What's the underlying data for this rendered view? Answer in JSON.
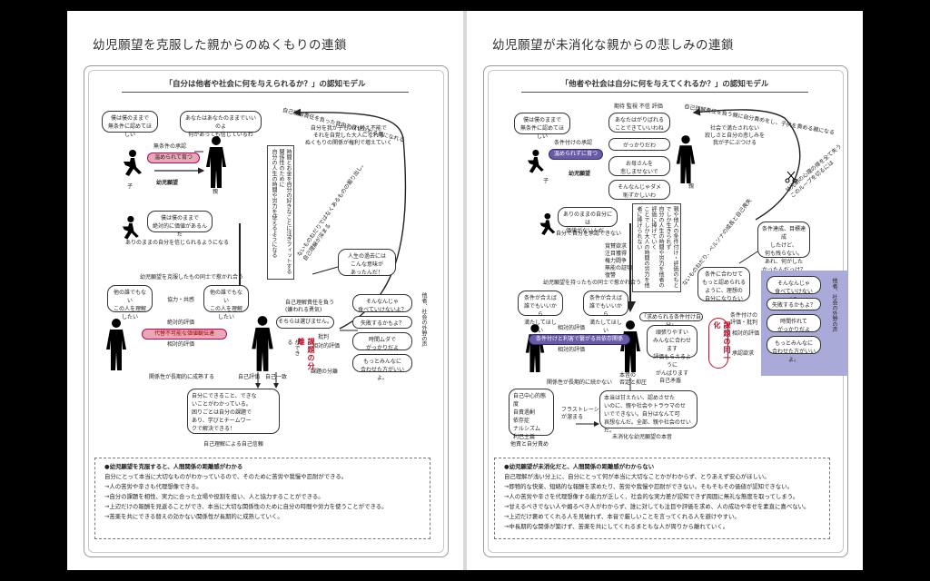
{
  "left": {
    "title": "幼児願望を克服した親からのぬくもりの連鎖",
    "model": "「自分は他者や社会に何を与えられるか？」の認知モデル",
    "bubbles": {
      "child1": "僕は僕のままで\n無条件に認めてほしい",
      "parent1": "あなたはあなたのままでいいのよ\n何があっても信じているわ",
      "child2": "僕は僕のままで\n絶対的に価値があるんだ",
      "other1": "他の誰でもない\nこの人を理解\nしたい",
      "other2": "他の誰でもない\nこの人を理解\nしたい",
      "past": "人生の過去には\nこんな意味が\nあったんだ！",
      "r1": "そんなんじゃ\n食べていけないよ？",
      "r2": "失敗するかもよ？",
      "r3": "時間ムダで\nがっかりだよ",
      "r4": "もっとみんなに\n合わせた方がいいよ。",
      "bottom": "自分にできること、できな\nいことがわかっている。\n困りごとは自分の課題で\nあり、学びとチームワー\nクで解決できる！",
      "choose": "そちらは選びません。"
    },
    "labels": {
      "unconditional": "無条件の承認",
      "raised": "温められて育つ",
      "child": "子",
      "parent": "親",
      "wish": "幼児願望",
      "believe": "ありのままの自分を信じられるようになる",
      "overcome": "幼児願望を克服したもの同士で惹かれ合う",
      "coop": "協力・共感",
      "abs": "絶対的評価",
      "irreplace": "代替不可能な価値観伝達",
      "rel": "相対的評価",
      "long": "関係性が長期的に成熟する",
      "selfeval": "自己評価",
      "selfone": "自己一致",
      "selfunderstand": "自己理解による自己信頼",
      "resp": "自己理解責任を負う\n(嫌われる勇気)",
      "critic": "批判",
      "relEval": "相対的評価",
      "divide": "課題の分離",
      "candiv": "ができる",
      "taskdiv": "課題の分離",
      "voice": "他者、社会の外野の声",
      "vert1": "時間とお金を自分の好きなことに注ぎフィットする関係性のために\n自分の人生の時間や労力を使えるようになる",
      "arc": "自己理解責任を負った背中を見せられる親になれる",
      "arcsub": "自分を我が子も入れ替え不能で\nそれを自覚した大人になれる\nぬくもりの関係が権利で増えていく",
      "diag": "ないものねだりではなくあるものの掘り出し。\n自己理解が深まる"
    },
    "summary": {
      "head": "●幼児願望を克服すると、人間関係の距離感がわかる",
      "lines": [
        "自分にとって本当に大切なものがわかっているので、そのために苦労や我慢や忍耐ができる。",
        "→人の苦労や辛さも代理想像できる。",
        "→自分の課題を相性、実力に合った立場や役割を担い、人と協力することができる。",
        "→上辺だけの報酬を見返ることができ、本当に大切な関係性のために自分の時間や労力を使うことができる。",
        "→苦楽を共にできる替えの効かない関係性が長期的に成熟していく。"
      ]
    }
  },
  "right": {
    "title": "幼児願望が未消化な親からの悲しみの連鎖",
    "model": "「他者や社会は自分に何を与えてくれるか？」の認知モデル",
    "bubbles": {
      "child1": "僕は僕のままで\n無条件に認めてほしい",
      "p1": "あなたはがりばれる\nことできていいわね",
      "p2": "がっかりだわ",
      "p3": "お母さんを\n悲しませないで",
      "p4": "そんなんじゃダメ\n恥ずかしいわ",
      "child2": "ありのままの自分には\n価値がないんだ…",
      "o1": "条件が合えば\n誰でもいいから\n満たしてほしい",
      "o2": "条件が合えば\n誰でもいいから\n満たしてほしい",
      "persona": "「求められる条件付け自分」\nを演じるペルソナ",
      "effort": "頑張りやすい\nみんなに合わせます\n評価もらえるように\nがんばります",
      "results": "条件に合わせて\nもっと認められる\nように、理想の\n自分になりたい",
      "achieve": "条件達成、目標達成\nしたけど、\n何も残らない。\nあれ、何がした\nかったんだっけ？",
      "bottom": "本当は甘えたい、認めさせた\nいのに、親や社会やトラウマのせ\nいでできない。自分はなんて可\n哀想なんだ。全部、親や社会のせいだ。",
      "r1": "そんなんじゃ\n食べていけないよ？",
      "r2": "失敗するかもよ？",
      "r3": "時間作れて\nがっかりだよ",
      "r4": "もっとみんなに\n合わせた方がいいよ。"
    },
    "labels": {
      "top1": "期待  監視  不信  評価",
      "cond": "条件付けの承認",
      "raised": "温められずに育つ",
      "child": "子",
      "parent": "親",
      "wish": "幼児願望",
      "cannot": "自分で自分を承認できない",
      "list": "賞賛欲求\n注目獲得\n権力闘争\n無能の証明\n復讐",
      "attract": "幼児願望を持ったもの同士で惹かれ合う",
      "rel": "相対的評価",
      "rel2": "相対的評価",
      "exchange": "条件付けと利害で繋がる共依存関係",
      "short": "関係性が長期的に続かない",
      "self": "本音の\n否定と抑圧",
      "contra": "自己矛盾",
      "desc": "自己中心的態度\n自責過剰\n依存症\nナルシズム\n利己主義",
      "frust": "フラストレーション\nが溜まる",
      "other": "他責と自分責め",
      "voice": "他者、社会の外野の声",
      "evaluate": "承認欲求",
      "sameness": "課題の同一化",
      "rights": "条件付けの\n評価・批判",
      "rights2": "相対的評価",
      "vert1": "親や他人の条件付け・評価のもとでしか生きられず\n自分の人生の時間や労力を他者の評価に捧げていく\nことでしか大人の時間の労力を他者に捧げられない",
      "arc": "自己理解責任を負う親に自分責めをし、子供を責める親になる",
      "arcsub": "社会で満たされない\n寂しさと自分の悲しみを\n我が子にぶつける",
      "diag": "ないものねだり、ペルソナの成長と自己喪失",
      "cut": "幼児期の心理の得を全て失う\nこのループを切るには",
      "unfinished": "未消化な幼児願望の本音"
    },
    "summary": {
      "head": "●幼児願望が未消化だと、人間関係の距離感がわからない",
      "lines": [
        "自己理解が浅い分上に、自分にとって何が本当に大切なことかがわからず、とりあえず安心がほしい。",
        "→即物的な快楽、短絡的な報酬を求めたり、苦労や我慢や忍耐ができない。そもそもその価値が認知できない。",
        "→人の苦労や辛さを代理想像する能力が乏しく、社会的な実力差が認知できず周囲に無礼な態度を取ってしまう。",
        "→甘えるべきでない人や媚るべき人がわからず、誰に対しても注目や評価を求め、人の成功や幸せを素直に喜べない。",
        "→上辺だけ褒めてくれる人を見破れず、本音で厳しいことを言ってくれる人を避けやすい。",
        "→中長期的な関係が築けず、苦楽を共にしてくれるまともな人が周りから離れていく。"
      ]
    }
  }
}
